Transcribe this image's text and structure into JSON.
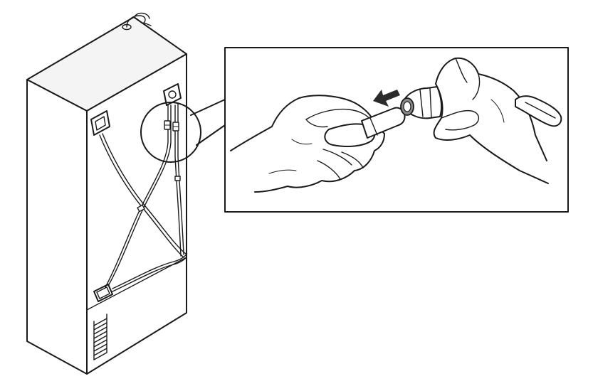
{
  "figure": {
    "subject": "refrigerator-rear-water-line-disconnect",
    "callout": "hands-pulling-tube-from-fitting",
    "arrow_direction": "left",
    "colors": {
      "line": "#1a1a1a",
      "background": "#ffffff",
      "fitting_ring": "#8a8a8a"
    }
  }
}
